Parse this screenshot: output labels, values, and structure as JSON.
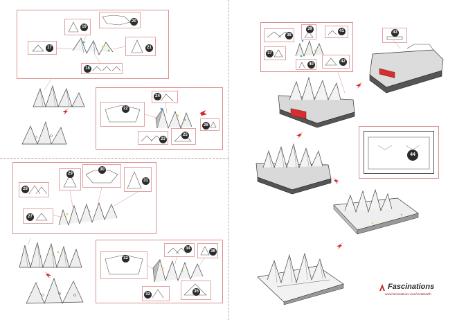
{
  "brand": {
    "name": "Fascinations",
    "url": "www.fascinations.com/metalearth",
    "color": "#c0262b"
  },
  "colors": {
    "frame": "#d98f8f",
    "arrow": "#d12a2a",
    "tab_highlight": "#d62f2f",
    "dot_blue": "#2aa7d8",
    "dot_yellow": "#e6c93a",
    "dot_green": "#7fc34a"
  },
  "steps": {
    "p17": "17",
    "p18": "18",
    "p19": "19",
    "p20": "20",
    "p21": "21",
    "p22": "22",
    "p23": "23",
    "p24": "24",
    "p25": "25",
    "p26": "26",
    "p27": "27",
    "p28": "28",
    "p29": "29",
    "p30": "30",
    "p31": "31",
    "p32": "32",
    "p33": "33",
    "p34": "34",
    "p35": "35",
    "p36": "36",
    "p37": "37",
    "p38": "38",
    "p39": "39",
    "p40": "40",
    "p41": "41",
    "p42": "42",
    "p43": "43",
    "p44": "44"
  }
}
